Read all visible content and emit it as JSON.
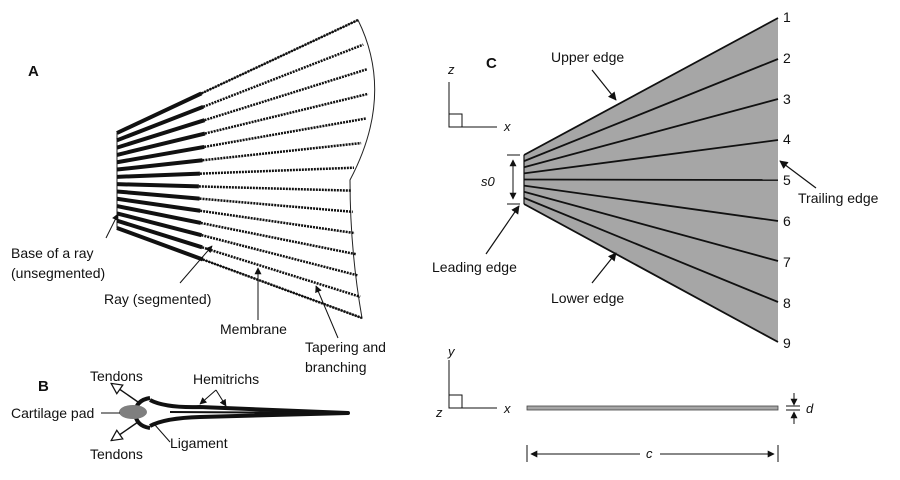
{
  "panels": {
    "a": "A",
    "b": "B",
    "c": "C"
  },
  "panel_a": {
    "labels": {
      "base_of_ray_line1": "Base of a ray",
      "base_of_ray_line2": "(unsegmented)",
      "ray_segmented": "Ray (segmented)",
      "membrane": "Membrane",
      "tapering_line1": "Tapering and",
      "tapering_line2": "branching"
    }
  },
  "panel_b": {
    "labels": {
      "tendons_top": "Tendons",
      "tendons_bottom": "Tendons",
      "cartilage_pad": "Cartilage pad",
      "ligament": "Ligament",
      "hemitrichs": "Hemitrichs"
    }
  },
  "panel_c": {
    "labels": {
      "upper_edge": "Upper edge",
      "lower_edge": "Lower edge",
      "leading_edge": "Leading edge",
      "trailing_edge": "Trailing edge",
      "s0": "s0",
      "c": "c",
      "d": "d"
    },
    "axes_top": {
      "vertical": "z",
      "horizontal": "x"
    },
    "axes_bottom": {
      "vertical": "y",
      "horizontal": "x",
      "out": "z"
    },
    "ray_numbers": [
      "1",
      "2",
      "3",
      "4",
      "5",
      "6",
      "7",
      "8",
      "9"
    ],
    "fill_color": "#a6a6a6"
  }
}
